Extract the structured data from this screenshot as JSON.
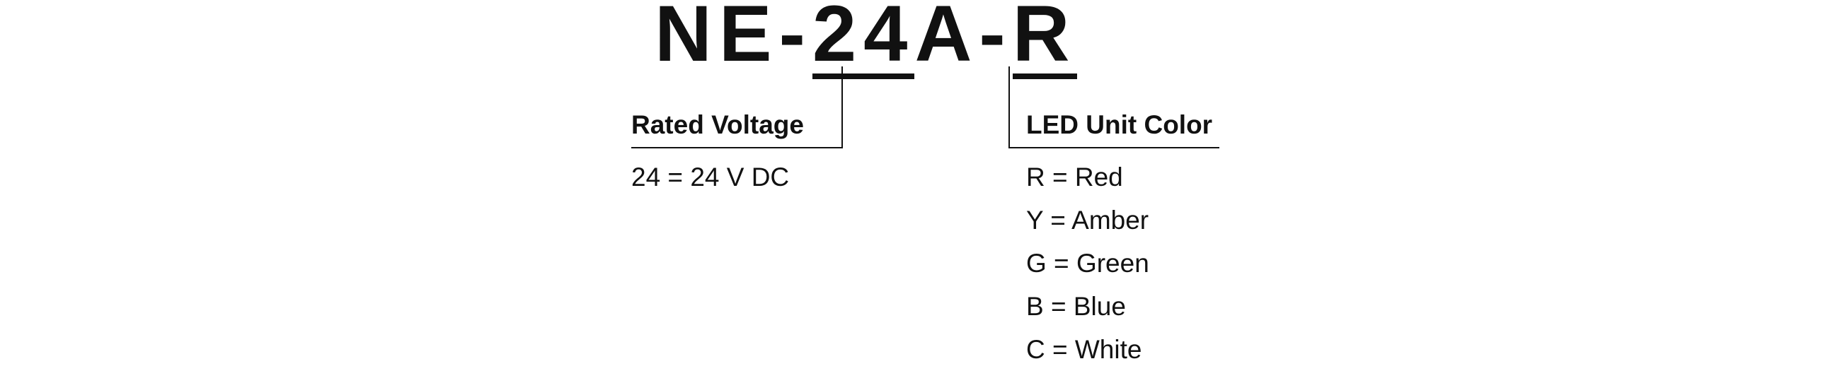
{
  "model_code": {
    "prefix": "NE-",
    "voltage_code": "24",
    "middle": "A-",
    "color_code": "R"
  },
  "rated_voltage": {
    "title": "Rated Voltage",
    "options": [
      "24 = 24 V DC"
    ]
  },
  "led_unit_color": {
    "title": "LED Unit Color",
    "options": [
      "R = Red",
      "Y = Amber",
      "G = Green",
      "B = Blue",
      "C = White"
    ]
  },
  "colors": {
    "ink": "#111111",
    "background": "#ffffff"
  }
}
